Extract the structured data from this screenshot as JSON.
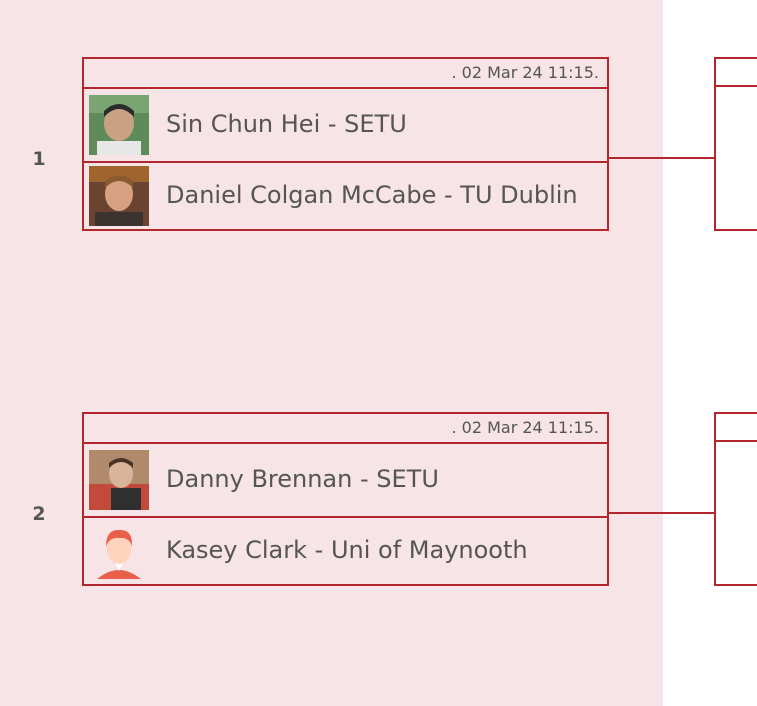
{
  "matches": [
    {
      "number": "1",
      "datetime": ". 02 Mar 24 11:15.",
      "players": [
        {
          "name": "Sin Chun Hei - SETU",
          "avatar": "photo-avatar"
        },
        {
          "name": "Daniel Colgan McCabe - TU Dublin",
          "avatar": "photo-avatar"
        }
      ]
    },
    {
      "number": "2",
      "datetime": ". 02 Mar 24 11:15.",
      "players": [
        {
          "name": "Danny Brennan - SETU",
          "avatar": "photo-avatar"
        },
        {
          "name": "Kasey Clark - Uni of Maynooth",
          "avatar": "default-person-avatar"
        }
      ]
    }
  ],
  "colors": {
    "accent": "#b3262e",
    "panel_background": "#f6e4e6",
    "text": "#555555"
  }
}
